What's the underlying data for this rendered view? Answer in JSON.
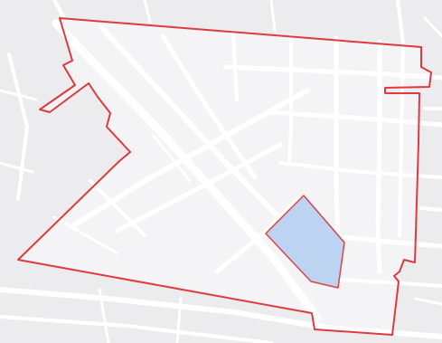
{
  "map": {
    "colors": {
      "land": "#ececef",
      "inside": "#f4f4f7",
      "road": "#ffffff",
      "boundary": "#e0393e",
      "highlight_fill": "#bcd3f2",
      "highlight_stroke": "#d94448"
    },
    "layers": [
      "street-grid",
      "district-boundary",
      "highlighted-parcel"
    ]
  }
}
